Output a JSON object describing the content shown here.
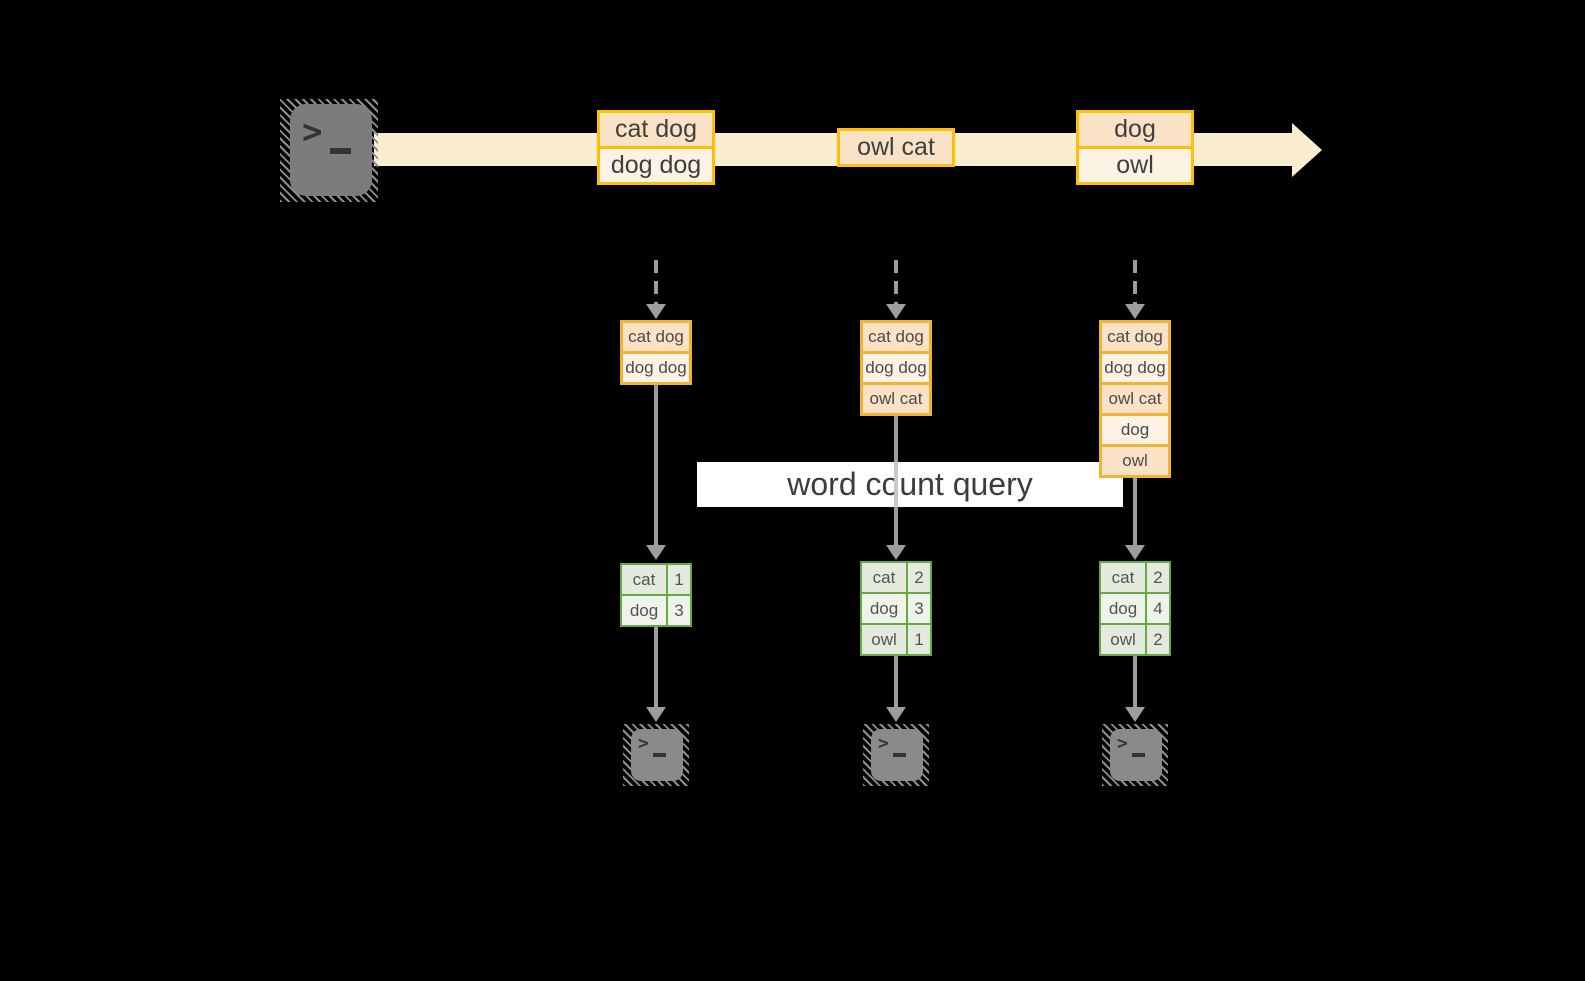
{
  "banner": {
    "label": "word count query"
  },
  "icons": {
    "prompt_glyph": ">"
  },
  "stream": {
    "events": [
      {
        "rows": [
          "cat dog",
          "dog dog"
        ]
      },
      {
        "rows": [
          "owl cat"
        ]
      },
      {
        "rows": [
          "dog",
          "owl"
        ]
      }
    ]
  },
  "columns": [
    {
      "input_rows": [
        "cat dog",
        "dog dog"
      ],
      "counts": [
        [
          "cat",
          "1"
        ],
        [
          "dog",
          "3"
        ]
      ]
    },
    {
      "input_rows": [
        "cat dog",
        "dog dog",
        "owl cat"
      ],
      "counts": [
        [
          "cat",
          "2"
        ],
        [
          "dog",
          "3"
        ],
        [
          "owl",
          "1"
        ]
      ]
    },
    {
      "input_rows": [
        "cat dog",
        "dog dog",
        "owl cat",
        "dog",
        "owl"
      ],
      "counts": [
        [
          "cat",
          "2"
        ],
        [
          "dog",
          "4"
        ],
        [
          "owl",
          "2"
        ]
      ]
    }
  ],
  "colors": {
    "background": "#000000",
    "stream_arrow": "#FBEDCF",
    "stream_box_border": "#FFC003",
    "mini_box_border": "#F2B234",
    "fill_peach": "#FAE2C6",
    "fill_cream": "#FDF3E4",
    "table_border_green": "#66A845",
    "table_fill_dark": "#E4EADD",
    "table_fill_light": "#EFF3EA",
    "arrow_gray": "#9D9D9D",
    "banner_bg": "#FFFFFF",
    "banner_text": "#3C3C3C"
  }
}
